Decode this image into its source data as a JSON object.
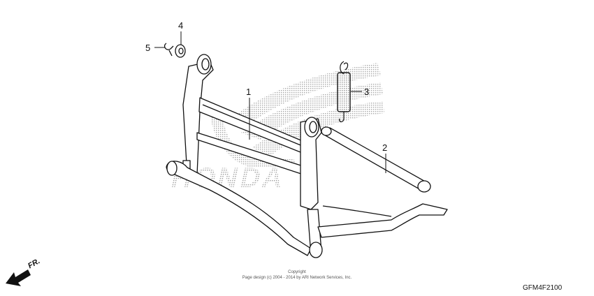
{
  "diagram": {
    "watermark_brand": "HONDA",
    "callouts": [
      {
        "id": "1",
        "label": "1"
      },
      {
        "id": "2",
        "label": "2"
      },
      {
        "id": "3",
        "label": "3"
      },
      {
        "id": "4",
        "label": "4"
      },
      {
        "id": "5",
        "label": "5"
      }
    ],
    "direction_label": "FR.",
    "copyright_line1": "Copyright",
    "copyright_line2": "Page design (c) 2004 - 2014 by ARI Network Services, Inc.",
    "diagram_code": "GFM4F2100"
  }
}
